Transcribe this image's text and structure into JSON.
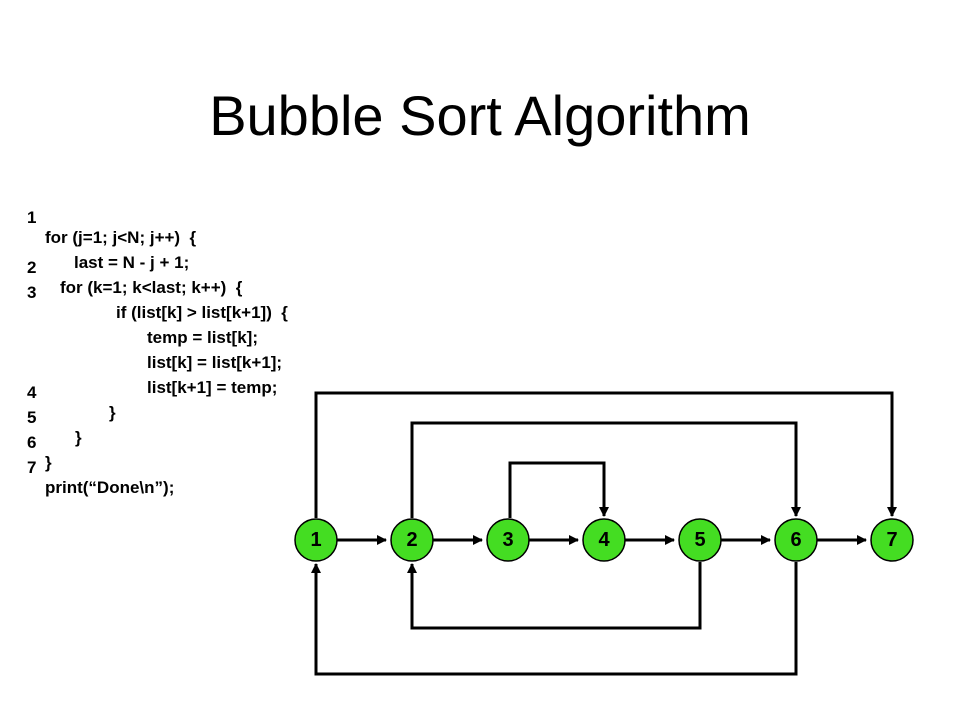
{
  "title": "Bubble Sort Algorithm",
  "code": [
    {
      "num": "1",
      "text": "for (j=1; j<N; j++)  {"
    },
    {
      "num": "",
      "text": "last = N - j + 1;"
    },
    {
      "num": "2",
      "text": "for (k=1; k<last; k++)  {"
    },
    {
      "num": "3",
      "text": "if (list[k] > list[k+1])  {"
    },
    {
      "num": "",
      "text": "temp = list[k];"
    },
    {
      "num": "",
      "text": "list[k] = list[k+1];"
    },
    {
      "num": "",
      "text": "list[k+1] = temp;"
    },
    {
      "num": "4",
      "text": "}"
    },
    {
      "num": "5",
      "text": "}"
    },
    {
      "num": "6",
      "text": "}"
    },
    {
      "num": "7",
      "text": "print(“Done\\n”);"
    }
  ],
  "graph": {
    "node_color": "#44dd22",
    "nodes": [
      "1",
      "2",
      "3",
      "4",
      "5",
      "6",
      "7"
    ],
    "edges": [
      {
        "from": "1",
        "to": "2"
      },
      {
        "from": "2",
        "to": "3"
      },
      {
        "from": "3",
        "to": "4"
      },
      {
        "from": "4",
        "to": "5"
      },
      {
        "from": "5",
        "to": "6"
      },
      {
        "from": "6",
        "to": "7"
      },
      {
        "from": "3",
        "to": "4"
      },
      {
        "from": "2",
        "to": "6"
      },
      {
        "from": "1",
        "to": "7"
      },
      {
        "from": "5",
        "to": "2"
      },
      {
        "from": "6",
        "to": "1"
      }
    ]
  }
}
